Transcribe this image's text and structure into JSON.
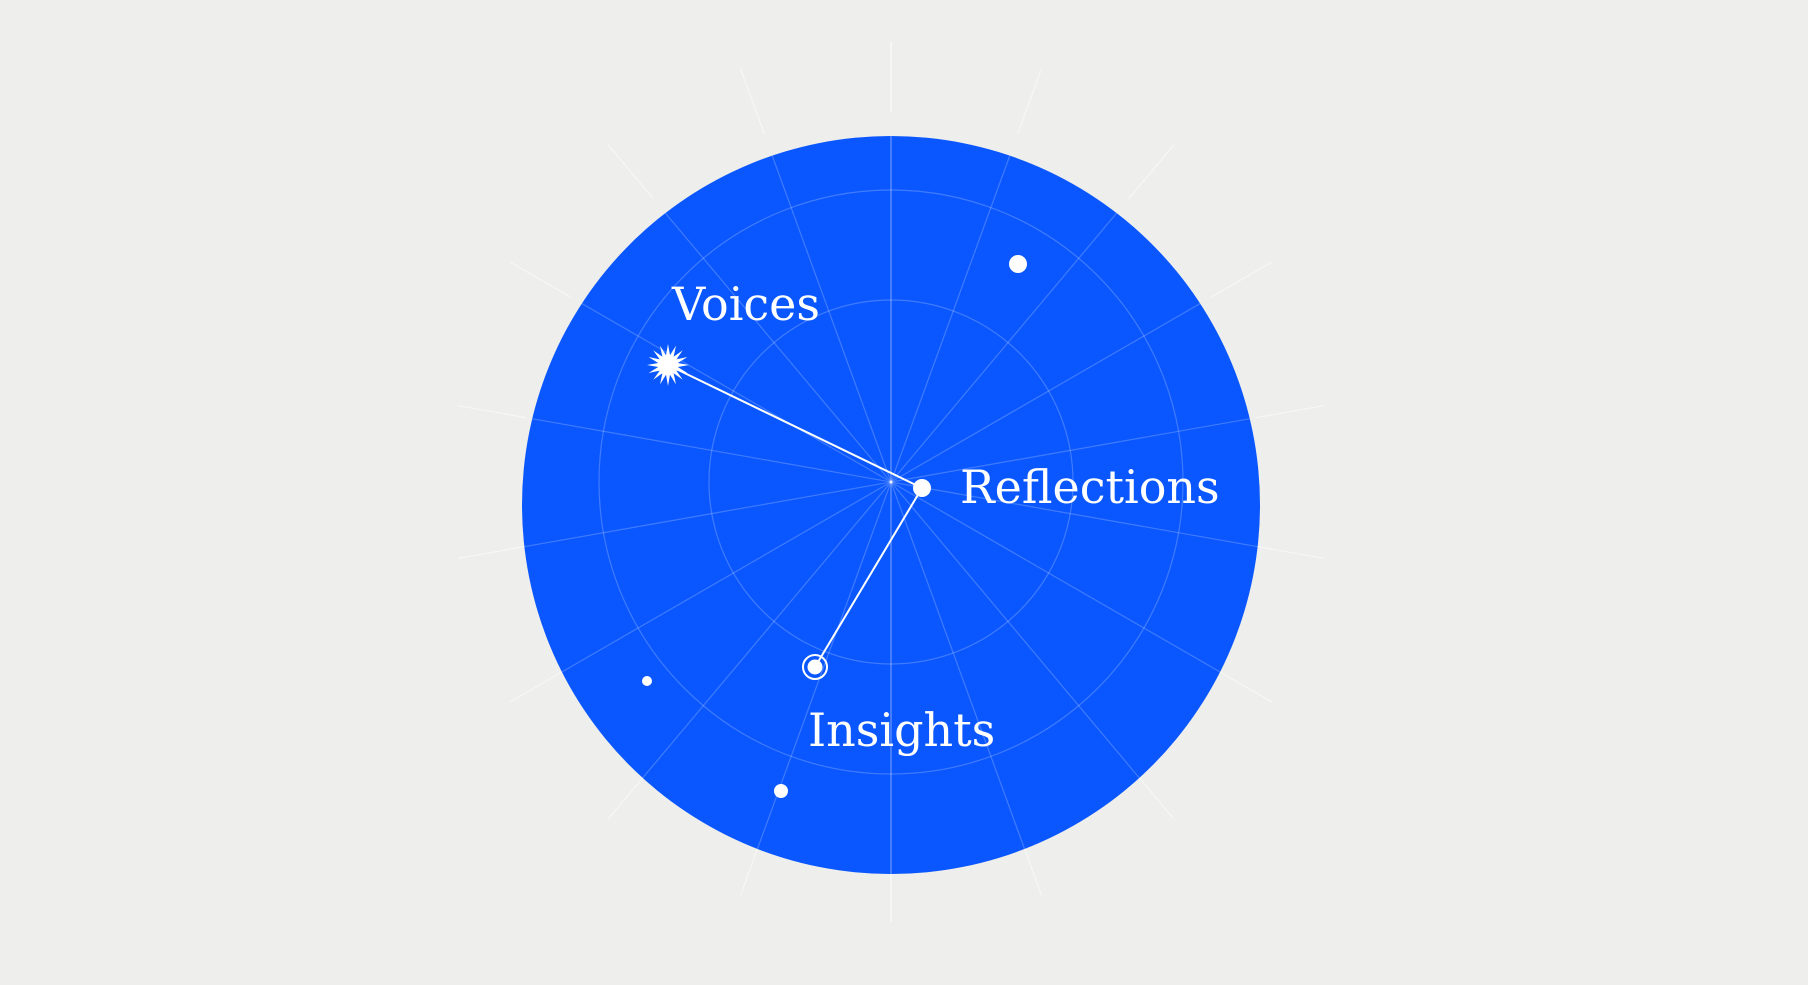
{
  "colors": {
    "background": "#eeeeec",
    "disc": "#0a57ff",
    "grid": "#ffffff",
    "mark": "#ffffff"
  },
  "labels": {
    "voices": "Voices",
    "reflections": "Reflections",
    "insights": "Insights"
  },
  "nodes": [
    {
      "id": "voices",
      "icon": "starburst-icon"
    },
    {
      "id": "reflections",
      "icon": "dot-icon"
    },
    {
      "id": "insights",
      "icon": "ringed-dot-icon"
    }
  ],
  "connections": [
    [
      "voices",
      "reflections"
    ],
    [
      "reflections",
      "insights"
    ]
  ]
}
